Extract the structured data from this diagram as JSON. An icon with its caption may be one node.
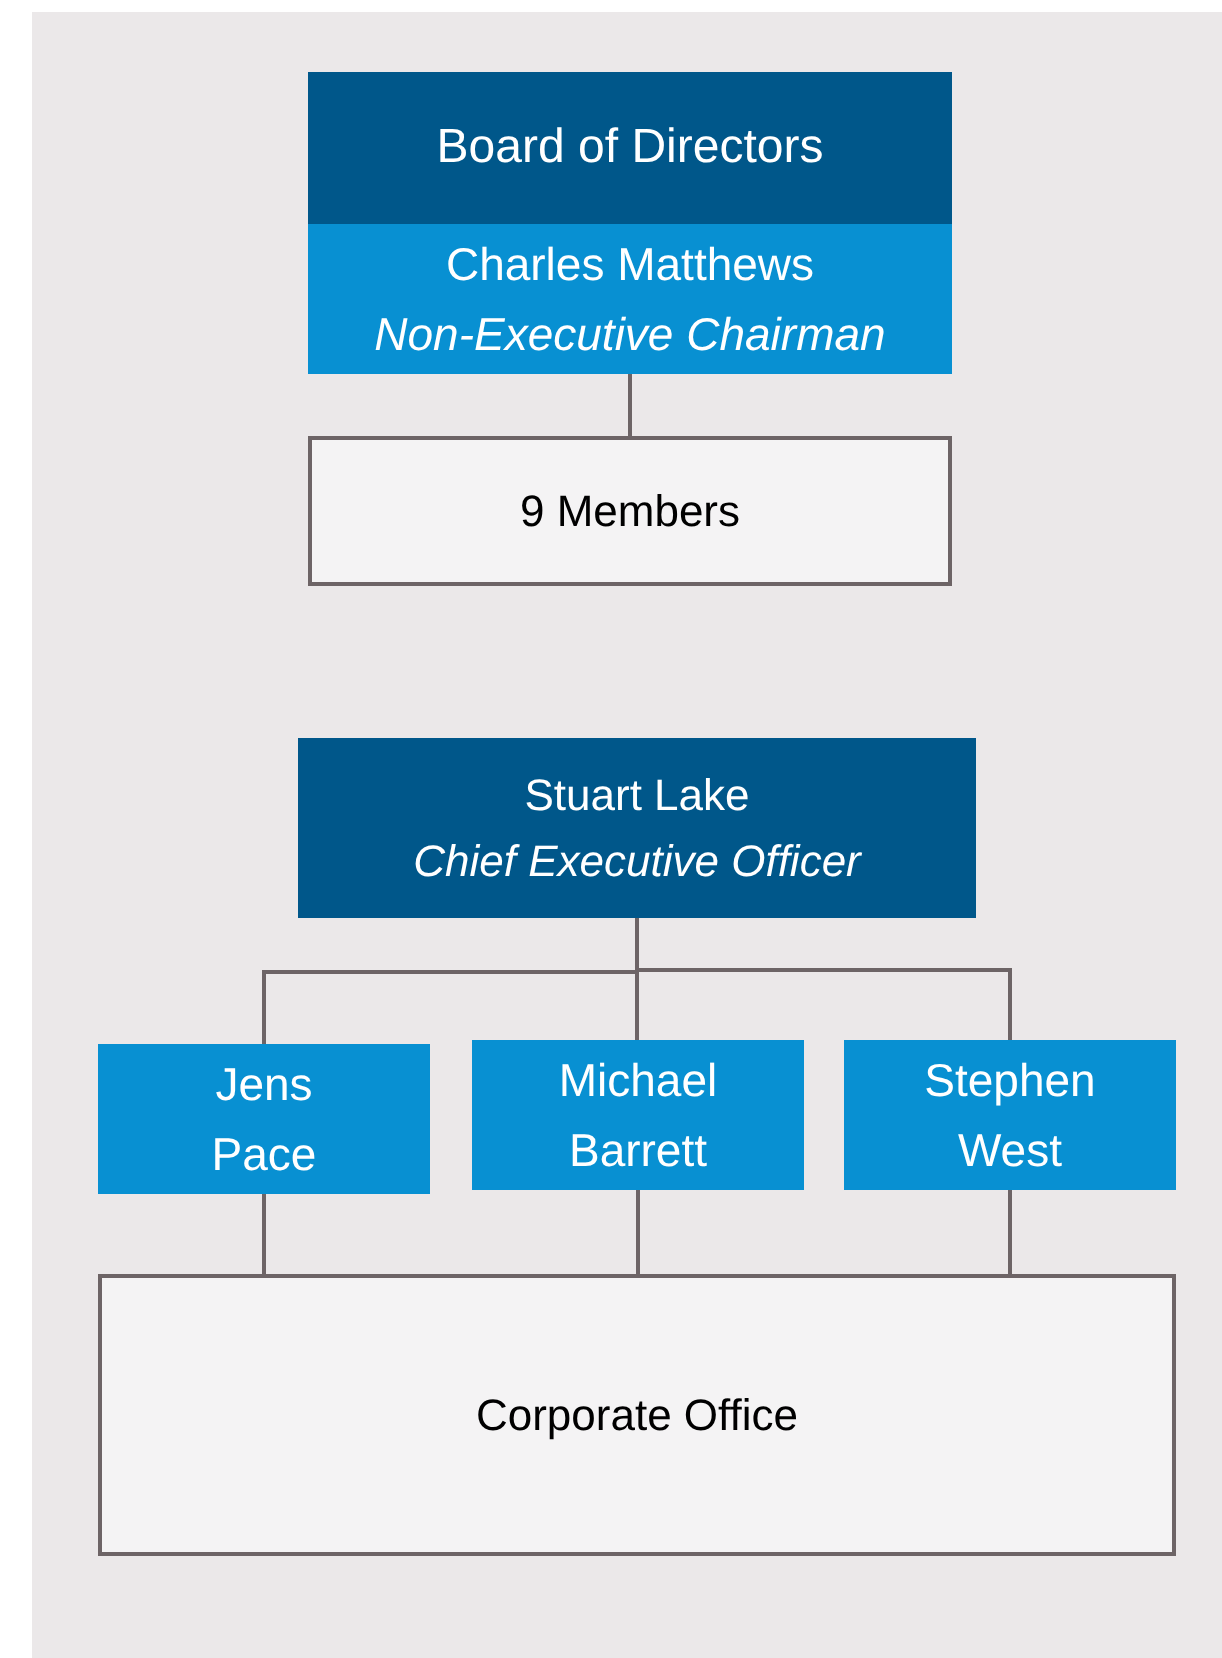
{
  "diagram": {
    "nodes": [
      {
        "text": [
          "Board of Directors"
        ]
      },
      {
        "text": [
          "Charles Matthews",
          "Non-Executive Chairman"
        ]
      },
      {
        "text": [
          "9 Members"
        ]
      },
      {
        "text": [
          "Stuart Lake",
          "Chief Executive Officer"
        ]
      },
      {
        "text": [
          "Jens Pace"
        ]
      },
      {
        "text": [
          "Michael Barrett"
        ]
      },
      {
        "text": [
          "Stephen West"
        ]
      },
      {
        "text": [
          "Corporate Office"
        ]
      }
    ],
    "edges": [
      {
        "from": 1,
        "to": 2,
        "arrow": "none"
      },
      {
        "from": 3,
        "to": 4,
        "arrow": "none"
      },
      {
        "from": 3,
        "to": 5,
        "arrow": "none"
      },
      {
        "from": 3,
        "to": 6,
        "arrow": "none"
      },
      {
        "from": 4,
        "to": 7,
        "arrow": "none"
      },
      {
        "from": 5,
        "to": 7,
        "arrow": "none"
      },
      {
        "from": 6,
        "to": 7,
        "arrow": "none"
      }
    ]
  }
}
